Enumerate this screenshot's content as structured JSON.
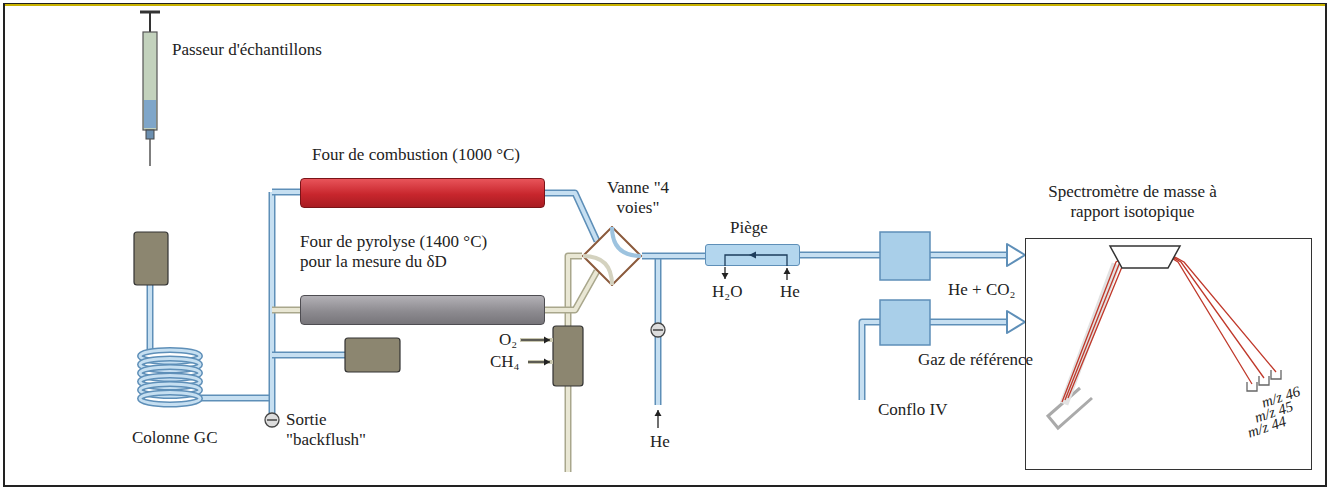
{
  "diagram": {
    "nodes": [
      {
        "text": [
          "Four de combustion (1000 °C)"
        ]
      },
      {
        "text": [
          "Four de pyrolyse (1400 °C) pour la mesure du δD"
        ]
      },
      {
        "text": [
          "Vanne \"4 voies\""
        ]
      },
      {
        "text": [
          "Piège"
        ]
      },
      {
        "text": [
          "Spectromètre de masse à rapport isotopique"
        ]
      }
    ],
    "edges": [
      {
        "from": 0,
        "to": 2,
        "arrow": "none"
      },
      {
        "from": 1,
        "to": 2,
        "arrow": "none"
      },
      {
        "from": 2,
        "to": 3,
        "arrow": "none"
      },
      {
        "from": 3,
        "to": 4,
        "arrow": "to"
      }
    ],
    "labels": [
      "Passeur d'échantillons",
      "Colonne GC",
      "Sortie \"backflush\"",
      "O₂",
      "CH₄",
      "He",
      "H₂O",
      "He",
      "He + CO₂",
      "Gaz de référence",
      "Conflo IV",
      "m/z 46",
      "m/z 45",
      "m/z 44"
    ]
  }
}
